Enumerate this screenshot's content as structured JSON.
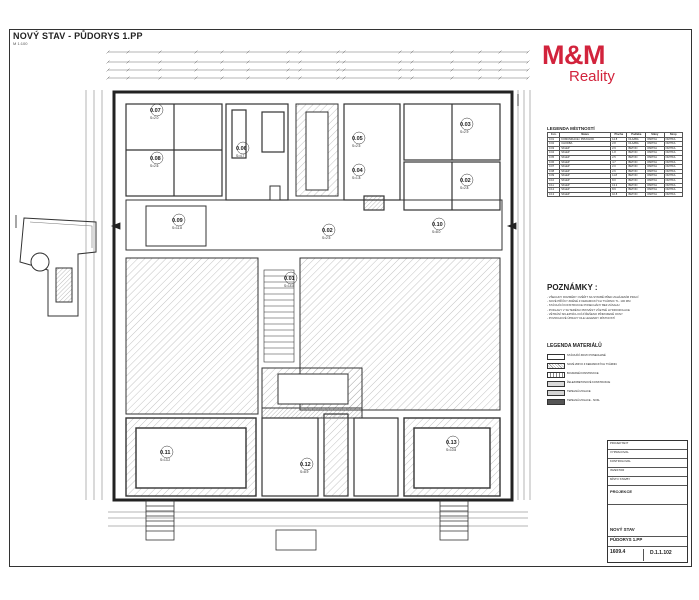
{
  "drawing": {
    "title": "NOVÝ STAV - PŮDORYS 1.PP",
    "scale_note": "M 1:100"
  },
  "logo": {
    "brand": "M&M",
    "sub": "Reality",
    "color": "#d2233c"
  },
  "rooms": [
    {
      "id": "0.07",
      "area": "S=2.0"
    },
    {
      "id": "0.08",
      "area": "S=2.6"
    },
    {
      "id": "0.06",
      "area": "S=4.7"
    },
    {
      "id": "0.05",
      "area": "S=2.5"
    },
    {
      "id": "0.04",
      "area": "S=1.8"
    },
    {
      "id": "0.03",
      "area": "S=2.9"
    },
    {
      "id": "0.02",
      "area": "S=2.8"
    },
    {
      "id": "0.09",
      "area": "S=11.8"
    },
    {
      "id": "0.10",
      "area": "S=8.0"
    },
    {
      "id": "0.01",
      "area": "S=14.8"
    },
    {
      "id": "0.02",
      "area": "S=2.5"
    },
    {
      "id": "0.11",
      "area": "S=13.2"
    },
    {
      "id": "0.12",
      "area": "S=8.9"
    },
    {
      "id": "0.13",
      "area": "S=10.8"
    }
  ],
  "legend_rooms": {
    "title": "LEGENDA MÍSTNOSTÍ",
    "headers": [
      "Č.m.",
      "Název",
      "Plocha",
      "Podlaha",
      "Stěny",
      "Strop"
    ],
    "rows": [
      [
        "0.01",
        "KOMUNIKACE / PRŮCHOD",
        "14.8",
        "DLAŽBA",
        "OMÍTKA",
        "OMÍTKA"
      ],
      [
        "0.02",
        "CHODBA",
        "2.8",
        "DLAŽBA",
        "OMÍTKA",
        "OMÍTKA"
      ],
      [
        "0.03",
        "SKLEP",
        "2.9",
        "BETON",
        "OMÍTKA",
        "OMÍTKA"
      ],
      [
        "0.04",
        "SKLEP",
        "1.8",
        "BETON",
        "OMÍTKA",
        "OMÍTKA"
      ],
      [
        "0.05",
        "SKLEP",
        "2.5",
        "BETON",
        "OMÍTKA",
        "OMÍTKA"
      ],
      [
        "0.06",
        "SKLEP",
        "4.7",
        "BETON",
        "OMÍTKA",
        "OMÍTKA"
      ],
      [
        "0.07",
        "SKLEP",
        "2.0",
        "BETON",
        "OMÍTKA",
        "OMÍTKA"
      ],
      [
        "0.08",
        "SKLEP",
        "2.6",
        "BETON",
        "OMÍTKA",
        "OMÍTKA"
      ],
      [
        "0.09",
        "SKLEP",
        "11.8",
        "BETON",
        "OMÍTKA",
        "OMÍTKA"
      ],
      [
        "0.10",
        "SKLEP",
        "8.0",
        "BETON",
        "OMÍTKA",
        "OMÍTKA"
      ],
      [
        "0.11",
        "SKLEP",
        "13.2",
        "BETON",
        "OMÍTKA",
        "OMÍTKA"
      ],
      [
        "0.12",
        "SKLEP",
        "8.9",
        "BETON",
        "OMÍTKA",
        "OMÍTKA"
      ],
      [
        "0.13",
        "SKLEP",
        "10.8",
        "BETON",
        "OMÍTKA",
        "OMÍTKA"
      ]
    ]
  },
  "poznamky": {
    "title": "POZNÁMKY :",
    "lines": [
      "- VŠECHNY ROZMĚRY OVĚŘIT NA STAVBĚ PŘED ZAHÁJENÍM PRACÍ",
      "- NOVÉ PŘÍČKY ZDĚNÉ Z KERAMICKÝCH TVÁRNIC TL. 100 MM",
      "- STÁVAJÍCÍ KONSTRUKCE PONECHÁNY BEZ ZÁSAHU",
      "- PODLAHY V SUTERÉNU PROVÉST VČETNĚ HYDROIZOLACE",
      "- VĚTRÁNÍ SKLEPNÍCH KÓJÍ ŘEŠENO PŘIROZENĚ OKNY",
      "- POVRCHOVÉ ÚPRAVY DLE LEGENDY MÍSTNOSTÍ"
    ]
  },
  "legend_materials": {
    "title": "LEGENDA MATERIÁLŮ",
    "items": [
      {
        "label": "STÁVAJÍCÍ ZDIVO PONECHANÉ",
        "pattern": "blank"
      },
      {
        "label": "NOVÉ ZDIVO Z KERAMICKÝCH TVÁRNIC",
        "pattern": "hatch"
      },
      {
        "label": "BOURANÉ KONSTRUKCE",
        "pattern": "dash"
      },
      {
        "label": "ŽELEZOBETONOVÉ KONSTRUKCE",
        "pattern": "cross"
      },
      {
        "label": "TEPELNÁ IZOLACE",
        "pattern": "dots"
      },
      {
        "label": "TEPELNÁ IZOLACE - SOKL",
        "pattern": "solid"
      }
    ]
  },
  "stamp": {
    "rows": [
      "PROJEKTANT",
      "VYPRACOVAL",
      "KONTROLOVAL",
      "INVESTOR",
      "MÍSTO STAVBY"
    ],
    "company": "PROJEKCE",
    "object_label": "NOVÝ STAV",
    "drawing_label": "PŮDORYS 1.PP",
    "number": "1609.4",
    "sheet": "D.1.1.102"
  }
}
